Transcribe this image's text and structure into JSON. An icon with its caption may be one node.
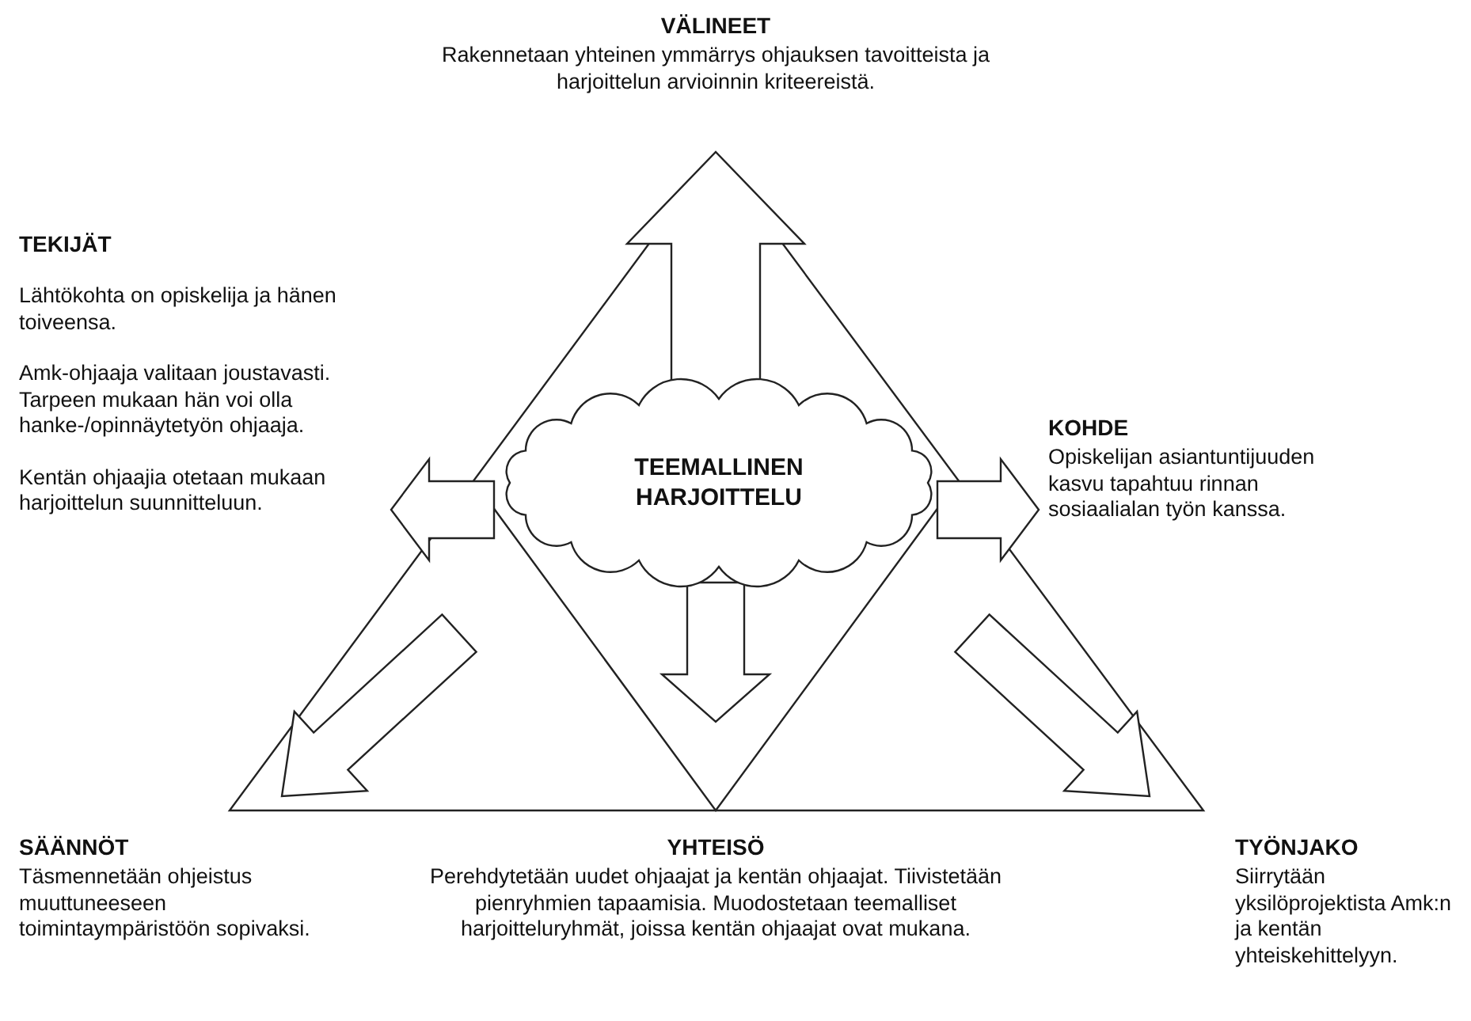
{
  "diagram": {
    "nodes": [
      {
        "text": [
          "TEEMALLINEN HARJOITTELU"
        ]
      },
      {
        "text": [
          "VÄLINEET",
          "Rakennetaan yhteinen ymmärrys ohjauksen tavoitteista ja harjoittelun arvioinnin kriteereistä."
        ]
      },
      {
        "text": [
          "TEKIJÄT",
          "Lähtökohta on opiskelija ja hänen toiveensa.",
          "Amk-ohjaaja valitaan joustavasti. Tarpeen mukaan hän voi olla hanke-/opinnäytetyön ohjaaja.",
          "Kentän ohjaajia otetaan mukaan harjoittelun suunnitteluun."
        ]
      },
      {
        "text": [
          "KOHDE",
          "Opiskelijan asiantuntijuuden kasvu tapahtuu rinnan sosiaalialan työn kanssa."
        ]
      },
      {
        "text": [
          "SÄÄNNÖT",
          "Täsmennetään ohjeistus muuttuneeseen toimintaympäristöön sopivaksi."
        ]
      },
      {
        "text": [
          "YHTEISÖ",
          "Perehdytetään uudet ohjaajat ja kentän ohjaajat. Tiivistetään pienryhmien tapaamisia. Muodostetaan teemalliset harjoitteluryhmät, joissa kentän ohjaajat ovat mukana."
        ]
      },
      {
        "text": [
          "TYÖNJAKO",
          "Siirrytään yksilöprojektista Amk:n ja kentän yhteiskehittelyyn."
        ]
      }
    ],
    "edges": [
      {
        "from": 0,
        "to": 1,
        "arrow": "to"
      },
      {
        "from": 0,
        "to": 2,
        "arrow": "to"
      },
      {
        "from": 0,
        "to": 3,
        "arrow": "to"
      },
      {
        "from": 0,
        "to": 5,
        "arrow": "to"
      },
      {
        "from": 0,
        "to": 4,
        "arrow": "to"
      },
      {
        "from": 0,
        "to": 6,
        "arrow": "to"
      }
    ]
  }
}
